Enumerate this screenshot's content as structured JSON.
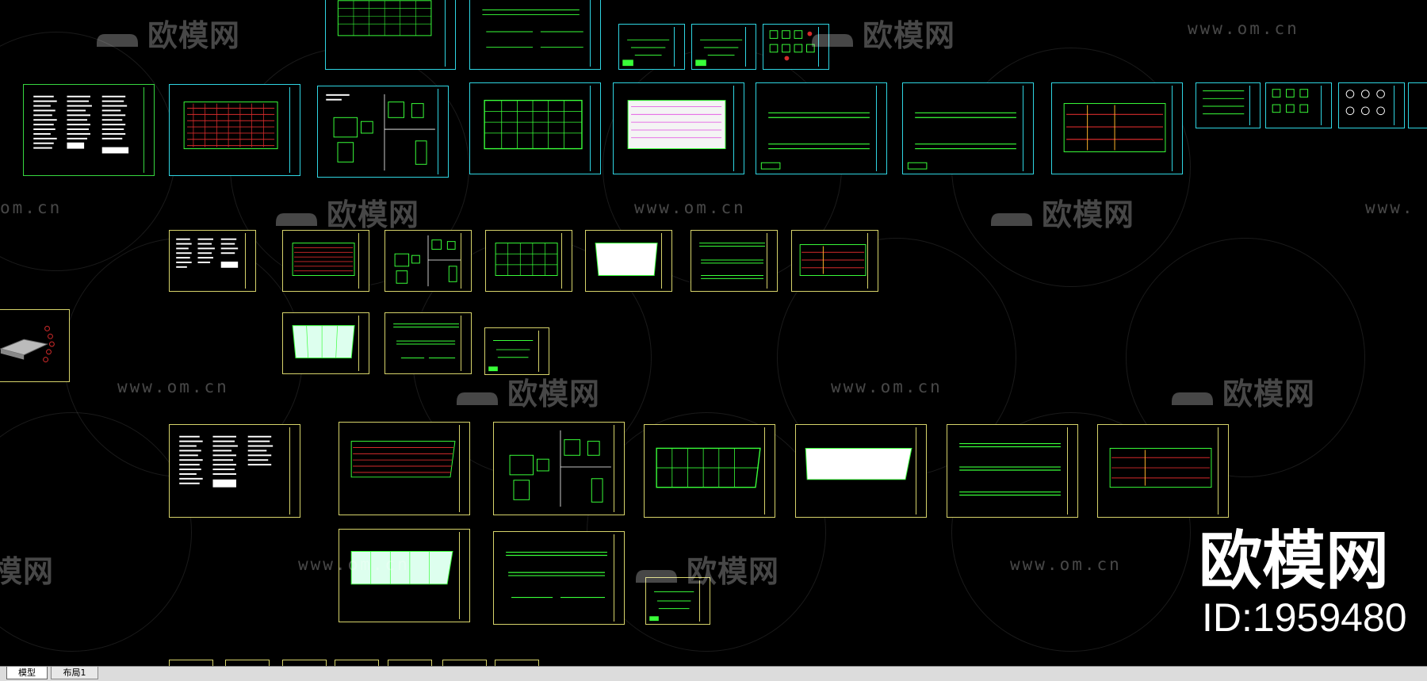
{
  "watermark": {
    "logo_text": "欧模网",
    "url_text": "www.om.cn",
    "url_partial_left": "om.cn",
    "url_partial_right": "www.",
    "logo_partial": "模网"
  },
  "brand": {
    "title": "欧模网",
    "id_label": "ID:1959480"
  },
  "layout_tabs": {
    "model": "模型",
    "layout1": "布局1"
  },
  "colors": {
    "background": "#000000",
    "sheet_cyan": "#2fd5e2",
    "sheet_yellow": "#d6d36a",
    "sheet_green": "#36d63f",
    "drawing_green": "#39ff39",
    "drawing_red": "#d42b2b"
  }
}
